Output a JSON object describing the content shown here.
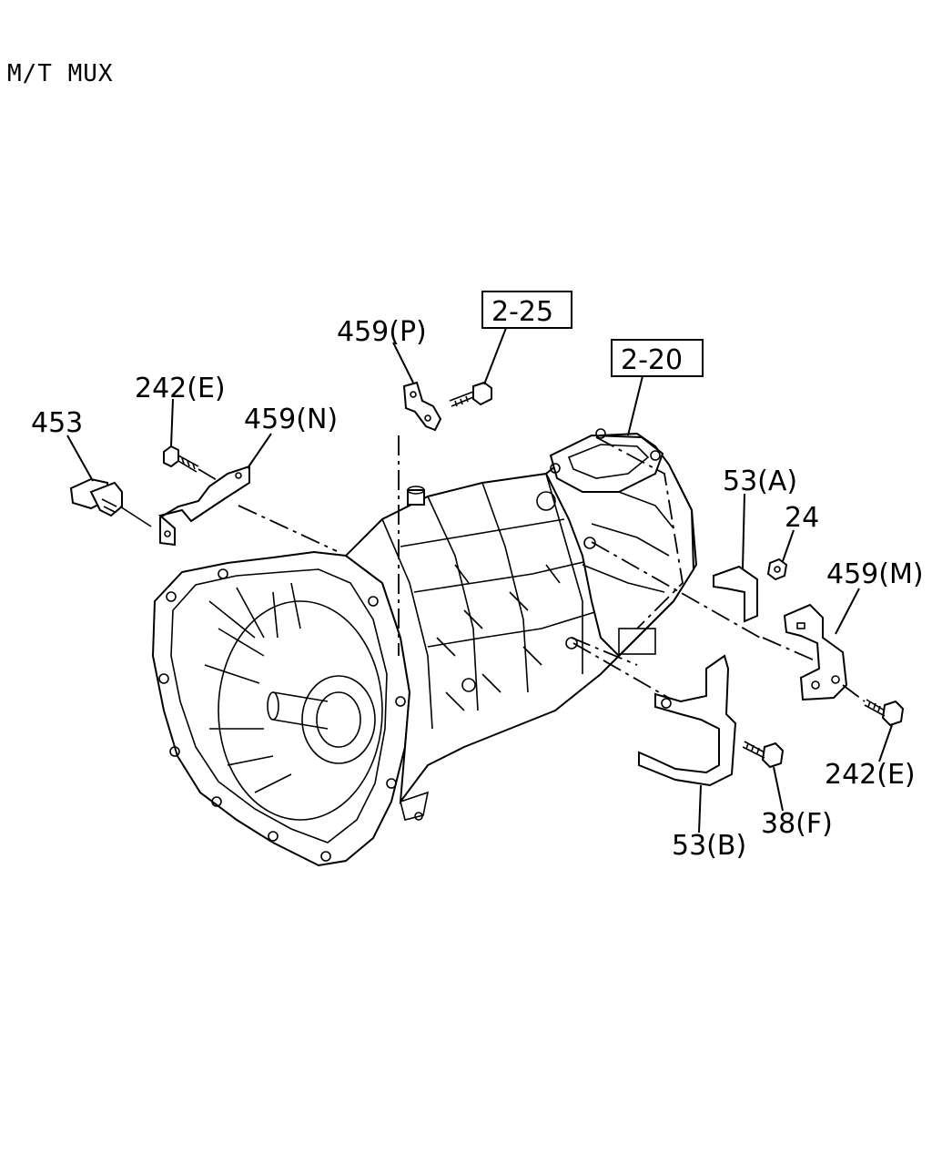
{
  "header": {
    "title": "M/T MUX"
  },
  "references": {
    "ref_2_25": "2-25",
    "ref_2_20": "2-20"
  },
  "callouts": {
    "c453": "453",
    "c242e_top": "242(E)",
    "c459n": "459(N)",
    "c459p": "459(P)",
    "c53a": "53(A)",
    "c24": "24",
    "c459m": "459(M)",
    "c242e_right": "242(E)",
    "c38f": "38(F)",
    "c53b": "53(B)"
  }
}
